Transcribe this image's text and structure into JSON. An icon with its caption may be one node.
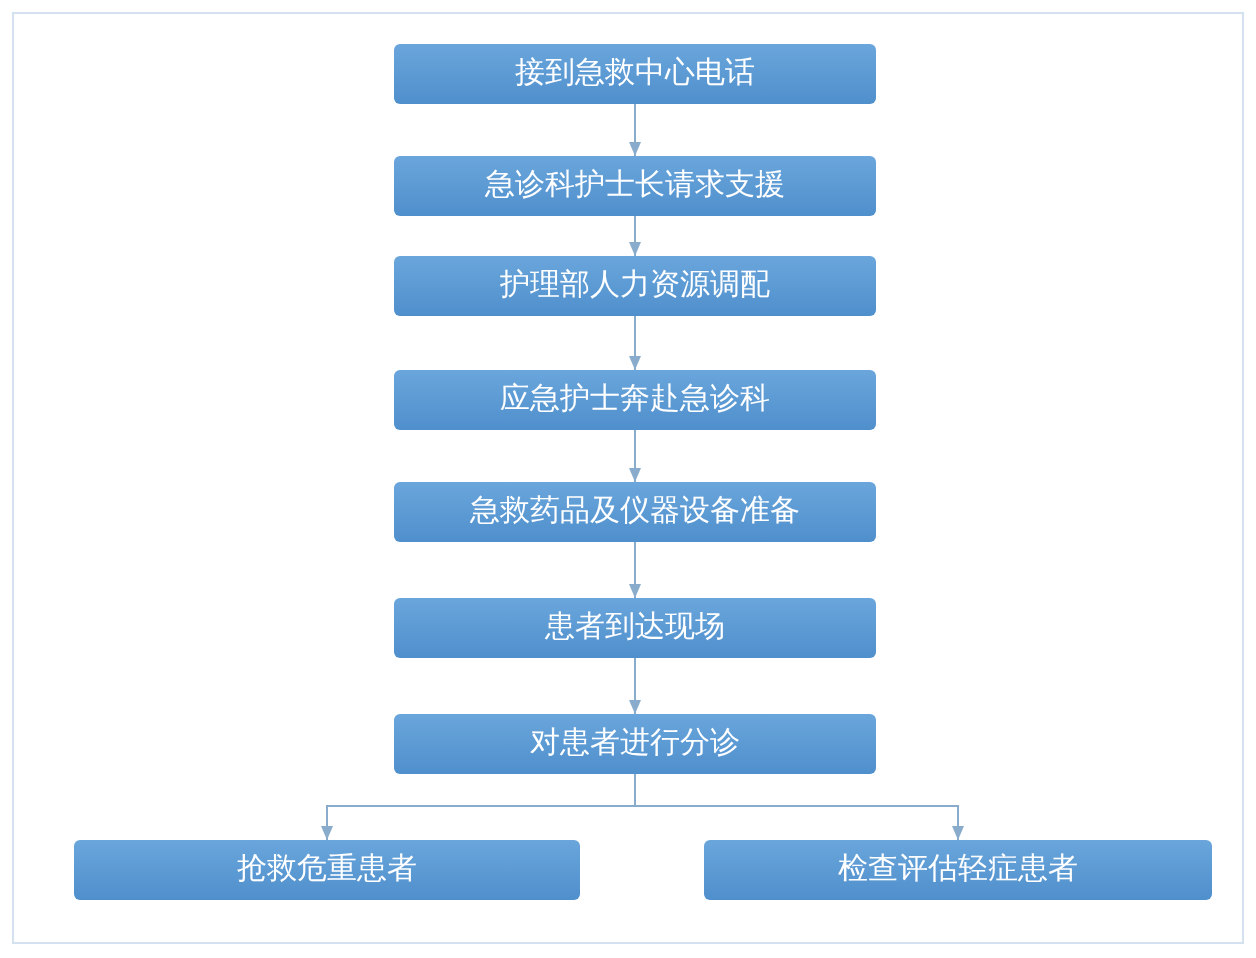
{
  "diagram": {
    "nodes": [
      {
        "text": [
          "接到急救中心电话"
        ]
      },
      {
        "text": [
          "急诊科护士长请求支援"
        ]
      },
      {
        "text": [
          "护理部人力资源调配"
        ]
      },
      {
        "text": [
          "应急护士奔赴急诊科"
        ]
      },
      {
        "text": [
          "急救药品及仪器设备准备"
        ]
      },
      {
        "text": [
          "患者到达现场"
        ]
      },
      {
        "text": [
          "对患者进行分诊"
        ]
      },
      {
        "text": [
          "抢救危重患者"
        ]
      },
      {
        "text": [
          "检查评估轻症患者"
        ]
      }
    ],
    "edges": [
      {
        "from": 0,
        "to": 1,
        "arrow": "to"
      },
      {
        "from": 1,
        "to": 2,
        "arrow": "to"
      },
      {
        "from": 2,
        "to": 3,
        "arrow": "to"
      },
      {
        "from": 3,
        "to": 4,
        "arrow": "to"
      },
      {
        "from": 4,
        "to": 5,
        "arrow": "to"
      },
      {
        "from": 5,
        "to": 6,
        "arrow": "to"
      },
      {
        "from": 6,
        "to": 7,
        "arrow": "to"
      },
      {
        "from": 6,
        "to": 8,
        "arrow": "to"
      }
    ]
  }
}
